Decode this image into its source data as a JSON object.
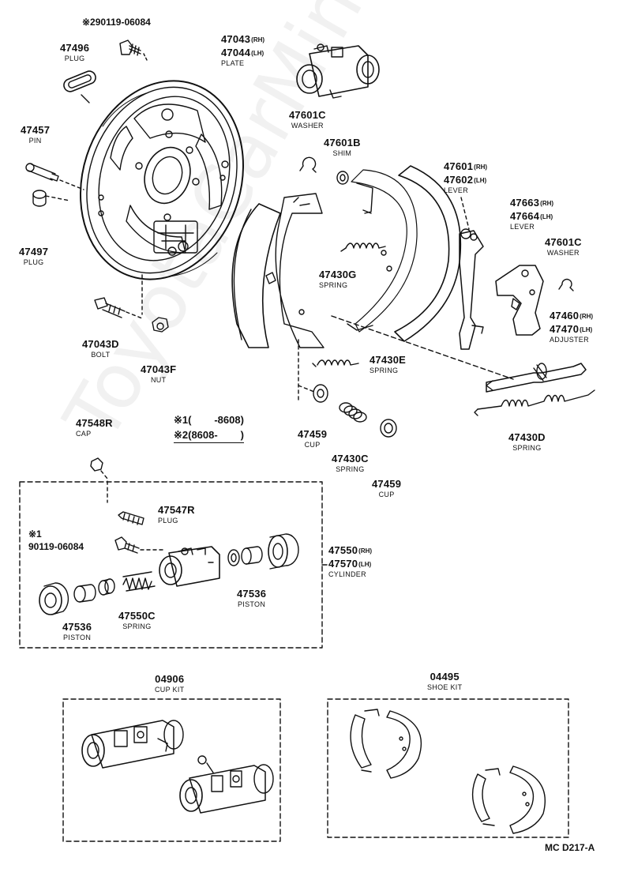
{
  "watermark": "ToyotaCarMine.ru",
  "diagram_code": "MC D217-A",
  "legend": {
    "row1_mark": "※1",
    "row1_text": "(        -8608)",
    "row2_mark": "※2",
    "row2_text": "(8608-        )"
  },
  "parts": {
    "bolt_top": {
      "mark": "※2",
      "number": "90119-06084"
    },
    "plug_47496": {
      "number": "47496",
      "name": "PLUG"
    },
    "plate": {
      "number_rh": "47043",
      "suffix_rh": "(RH)",
      "number_lh": "47044",
      "suffix_lh": "(LH)",
      "name": "PLATE"
    },
    "pin": {
      "number": "47457",
      "name": "PIN"
    },
    "plug_47497": {
      "number": "47497",
      "name": "PLUG"
    },
    "bolt_47043d": {
      "number": "47043D",
      "name": "BOLT"
    },
    "nut": {
      "number": "47043F",
      "name": "NUT"
    },
    "washer_1": {
      "number": "47601C",
      "name": "WASHER"
    },
    "shim": {
      "number": "47601B",
      "name": "SHIM"
    },
    "lever_1": {
      "number_rh": "47601",
      "suffix_rh": "(RH)",
      "number_lh": "47602",
      "suffix_lh": "(LH)",
      "name": "LEVER"
    },
    "lever_2": {
      "number_rh": "47663",
      "suffix_rh": "(RH)",
      "number_lh": "47664",
      "suffix_lh": "(LH)",
      "name": "LEVER"
    },
    "washer_2": {
      "number": "47601C",
      "name": "WASHER"
    },
    "adjuster": {
      "number_rh": "47460",
      "suffix_rh": "(RH)",
      "number_lh": "47470",
      "suffix_lh": "(LH)",
      "name": "ADJUSTER"
    },
    "spring_g": {
      "number": "47430G",
      "name": "SPRING"
    },
    "spring_e": {
      "number": "47430E",
      "name": "SPRING"
    },
    "spring_d": {
      "number": "47430D",
      "name": "SPRING"
    },
    "cup_1": {
      "number": "47459",
      "name": "CUP"
    },
    "spring_c": {
      "number": "47430C",
      "name": "SPRING"
    },
    "cup_2": {
      "number": "47459",
      "name": "CUP"
    },
    "cap": {
      "number": "47548R",
      "name": "CAP"
    },
    "plug_47547r": {
      "number": "47547R",
      "name": "PLUG"
    },
    "bolt_inner": {
      "mark": "※1",
      "number": "90119-06084"
    },
    "cylinder": {
      "number_rh": "47550",
      "suffix_rh": "(RH)",
      "number_lh": "47570",
      "suffix_lh": "(LH)",
      "name": "CYLINDER"
    },
    "piston_1": {
      "number": "47536",
      "name": "PISTON"
    },
    "piston_2": {
      "number": "47536",
      "name": "PISTON"
    },
    "spring_47550c": {
      "number": "47550C",
      "name": "SPRING"
    },
    "cup_kit": {
      "number": "04906",
      "name": "CUP KIT"
    },
    "shoe_kit": {
      "number": "04495",
      "name": "SHOE KIT"
    }
  }
}
